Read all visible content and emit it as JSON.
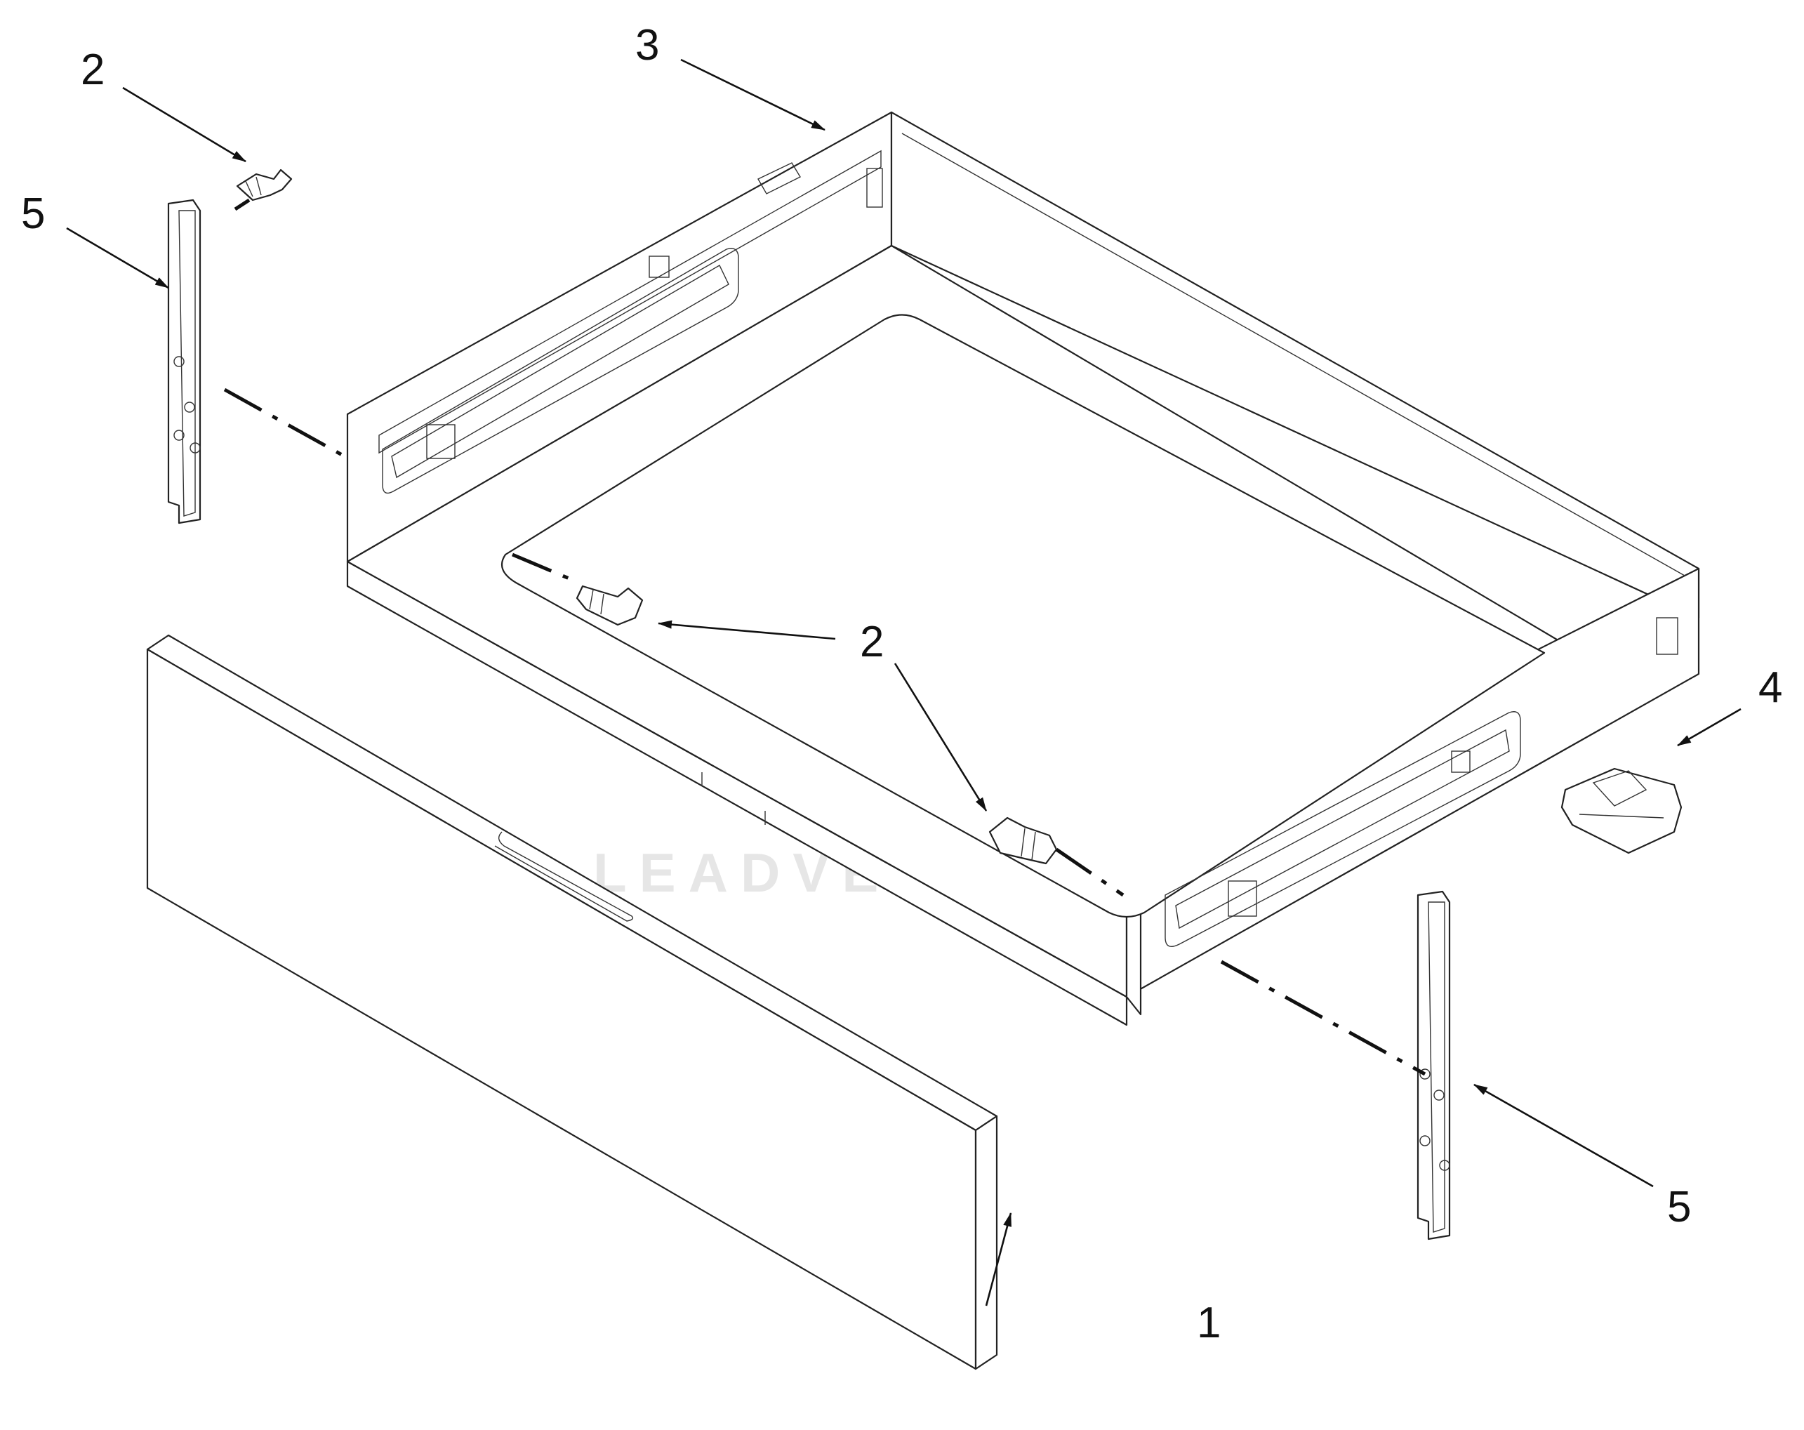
{
  "watermark": {
    "text": "LEADVENTURE",
    "icon": "flame-v-logo-icon"
  },
  "callouts": [
    {
      "id": "c1",
      "label": "1"
    },
    {
      "id": "c2a",
      "label": "2"
    },
    {
      "id": "c2b",
      "label": "2"
    },
    {
      "id": "c3",
      "label": "3"
    },
    {
      "id": "c4",
      "label": "4"
    },
    {
      "id": "c5a",
      "label": "5"
    },
    {
      "id": "c5b",
      "label": "5"
    }
  ],
  "colors": {
    "line": "#222222",
    "background": "#ffffff",
    "watermark": "#e6e6e6"
  }
}
